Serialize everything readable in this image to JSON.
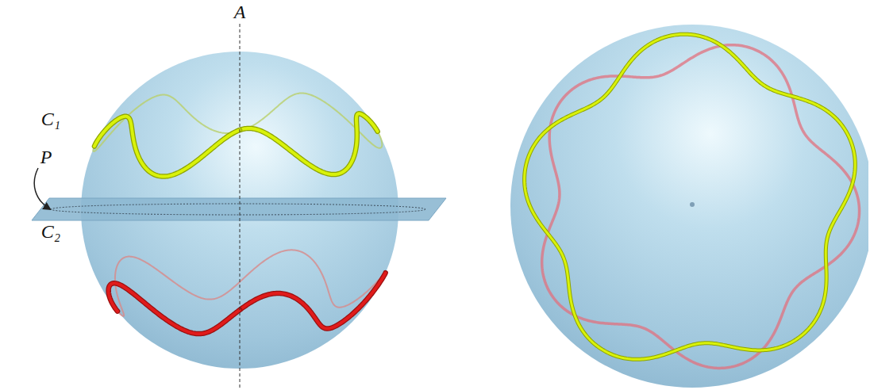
{
  "diagram": {
    "labels": [
      "A",
      "C₁",
      "P",
      "C₂"
    ]
  }
}
